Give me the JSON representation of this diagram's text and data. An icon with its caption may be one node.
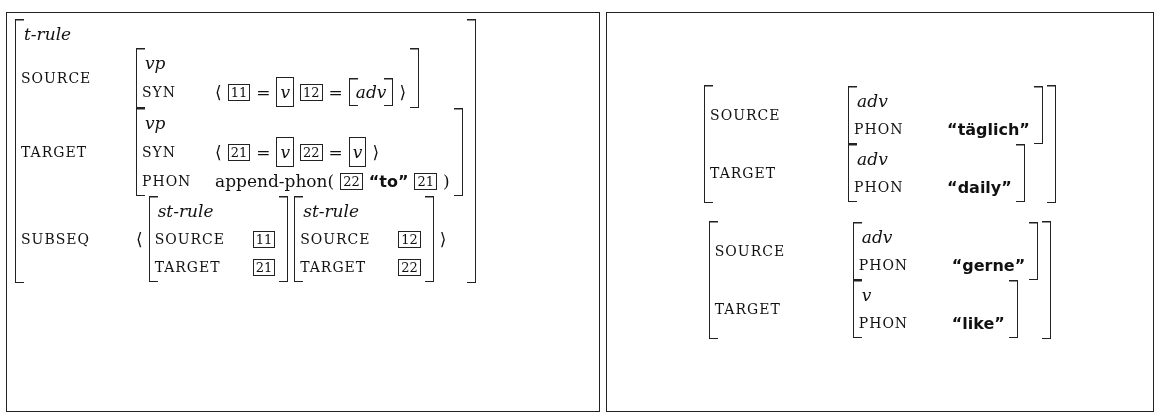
{
  "diagram": {
    "nodes": [
      {
        "text": [
          "t-rule",
          "SOURCE",
          "TARGET",
          "SUBSEQ",
          "⟨",
          "⟩"
        ]
      },
      {
        "text": [
          "vp",
          "SYN",
          "⟨",
          "=",
          "=",
          "⟩"
        ],
        "in": 0
      },
      {
        "text": [
          "11"
        ],
        "in": 1
      },
      {
        "text": [
          "v"
        ],
        "in": 1
      },
      {
        "text": [
          "12"
        ],
        "in": 1
      },
      {
        "text": [
          "adv"
        ],
        "in": 1
      },
      {
        "text": [
          "vp",
          "SYN",
          "⟨",
          "=",
          "=",
          "⟩",
          "PHON",
          "append-phon(",
          "“to”",
          ")"
        ],
        "in": 0
      },
      {
        "text": [
          "21"
        ],
        "in": 6
      },
      {
        "text": [
          "v"
        ],
        "in": 6
      },
      {
        "text": [
          "22"
        ],
        "in": 6
      },
      {
        "text": [
          "v"
        ],
        "in": 6
      },
      {
        "text": [
          "22"
        ],
        "in": 6
      },
      {
        "text": [
          "21"
        ],
        "in": 6
      },
      {
        "text": [
          "st-rule",
          "SOURCE",
          "TARGET"
        ],
        "in": 0
      },
      {
        "text": [
          "11"
        ],
        "in": 13
      },
      {
        "text": [
          "21"
        ],
        "in": 13
      },
      {
        "text": [
          "st-rule",
          "SOURCE",
          "TARGET"
        ],
        "in": 0
      },
      {
        "text": [
          "12"
        ],
        "in": 16
      },
      {
        "text": [
          "22"
        ],
        "in": 16
      },
      {
        "text": [
          "SOURCE",
          "TARGET"
        ]
      },
      {
        "text": [
          "adv",
          "PHON",
          "“täglich”"
        ],
        "in": 19
      },
      {
        "text": [
          "adv",
          "PHON",
          "“daily”"
        ],
        "in": 19
      },
      {
        "text": [
          "SOURCE",
          "TARGET"
        ]
      },
      {
        "text": [
          "adv",
          "PHON",
          "“gerne”"
        ],
        "in": 22
      },
      {
        "text": [
          "v",
          "PHON",
          "“like”"
        ],
        "in": 22
      }
    ]
  }
}
